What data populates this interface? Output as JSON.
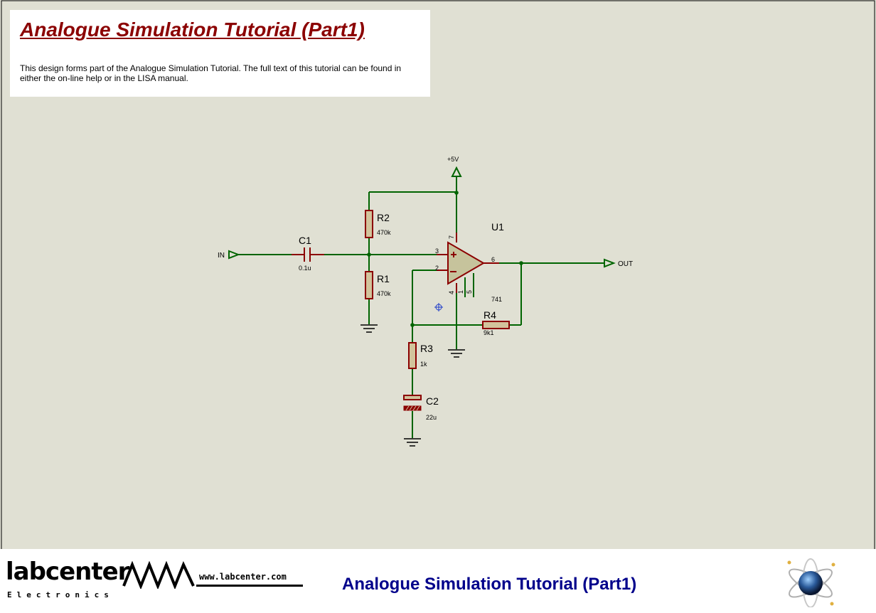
{
  "header": {
    "title": "Analogue Simulation Tutorial (Part1)",
    "description": "This design forms part of the Analogue Simulation Tutorial. The full text of this tutorial can be found in either the on-line help or in the LISA manual."
  },
  "schematic": {
    "input_terminal": "IN",
    "output_terminal": "OUT",
    "power_terminal": "+5V",
    "opamp": {
      "ref": "U1",
      "value": "741",
      "pin_noninv": "3",
      "pin_inv": "2",
      "pin_out": "6",
      "pin_vcc": "7",
      "pin_vee": "4",
      "pin_offset1": "1",
      "pin_offset5": "5"
    },
    "C1": {
      "ref": "C1",
      "value": "0.1u"
    },
    "R1": {
      "ref": "R1",
      "value": "470k"
    },
    "R2": {
      "ref": "R2",
      "value": "470k"
    },
    "R3": {
      "ref": "R3",
      "value": "1k"
    },
    "R4": {
      "ref": "R4",
      "value": "9k1"
    },
    "C2": {
      "ref": "C2",
      "value": "22u"
    }
  },
  "footer": {
    "logo_name": "labcenter",
    "logo_sub": "Electronics",
    "logo_url": "www.labcenter.com",
    "title": "Analogue Simulation Tutorial (Part1)"
  },
  "colors": {
    "sheet": "#e0e0d3",
    "wire": "#006400",
    "component": "#8b0000",
    "component_fill": "#d2c49c",
    "opamp_fill": "#c6c39c",
    "junction": "#006400",
    "title_red": "#8b0000",
    "footer_blue": "#00008b"
  },
  "icons": {
    "cursor": "crosshair-icon",
    "brand": "atom-logo-icon"
  }
}
